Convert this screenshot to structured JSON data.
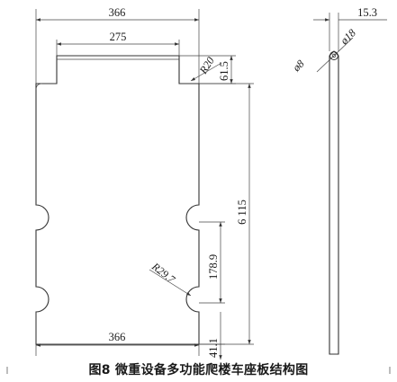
{
  "dimensions": {
    "top_width": "366",
    "inner_width": "275",
    "bottom_width": "366",
    "corner_radius": "R20",
    "notch_height": "61.5",
    "total_height": "6 115",
    "notch_radius": "R29.7",
    "lower_span": "178.9",
    "bottom_offset": "41.1",
    "side_offset": "15.3",
    "hole_small": "ø8",
    "hole_large": "ø18"
  },
  "caption": "图8   微重设备多功能爬楼车座板结构图"
}
